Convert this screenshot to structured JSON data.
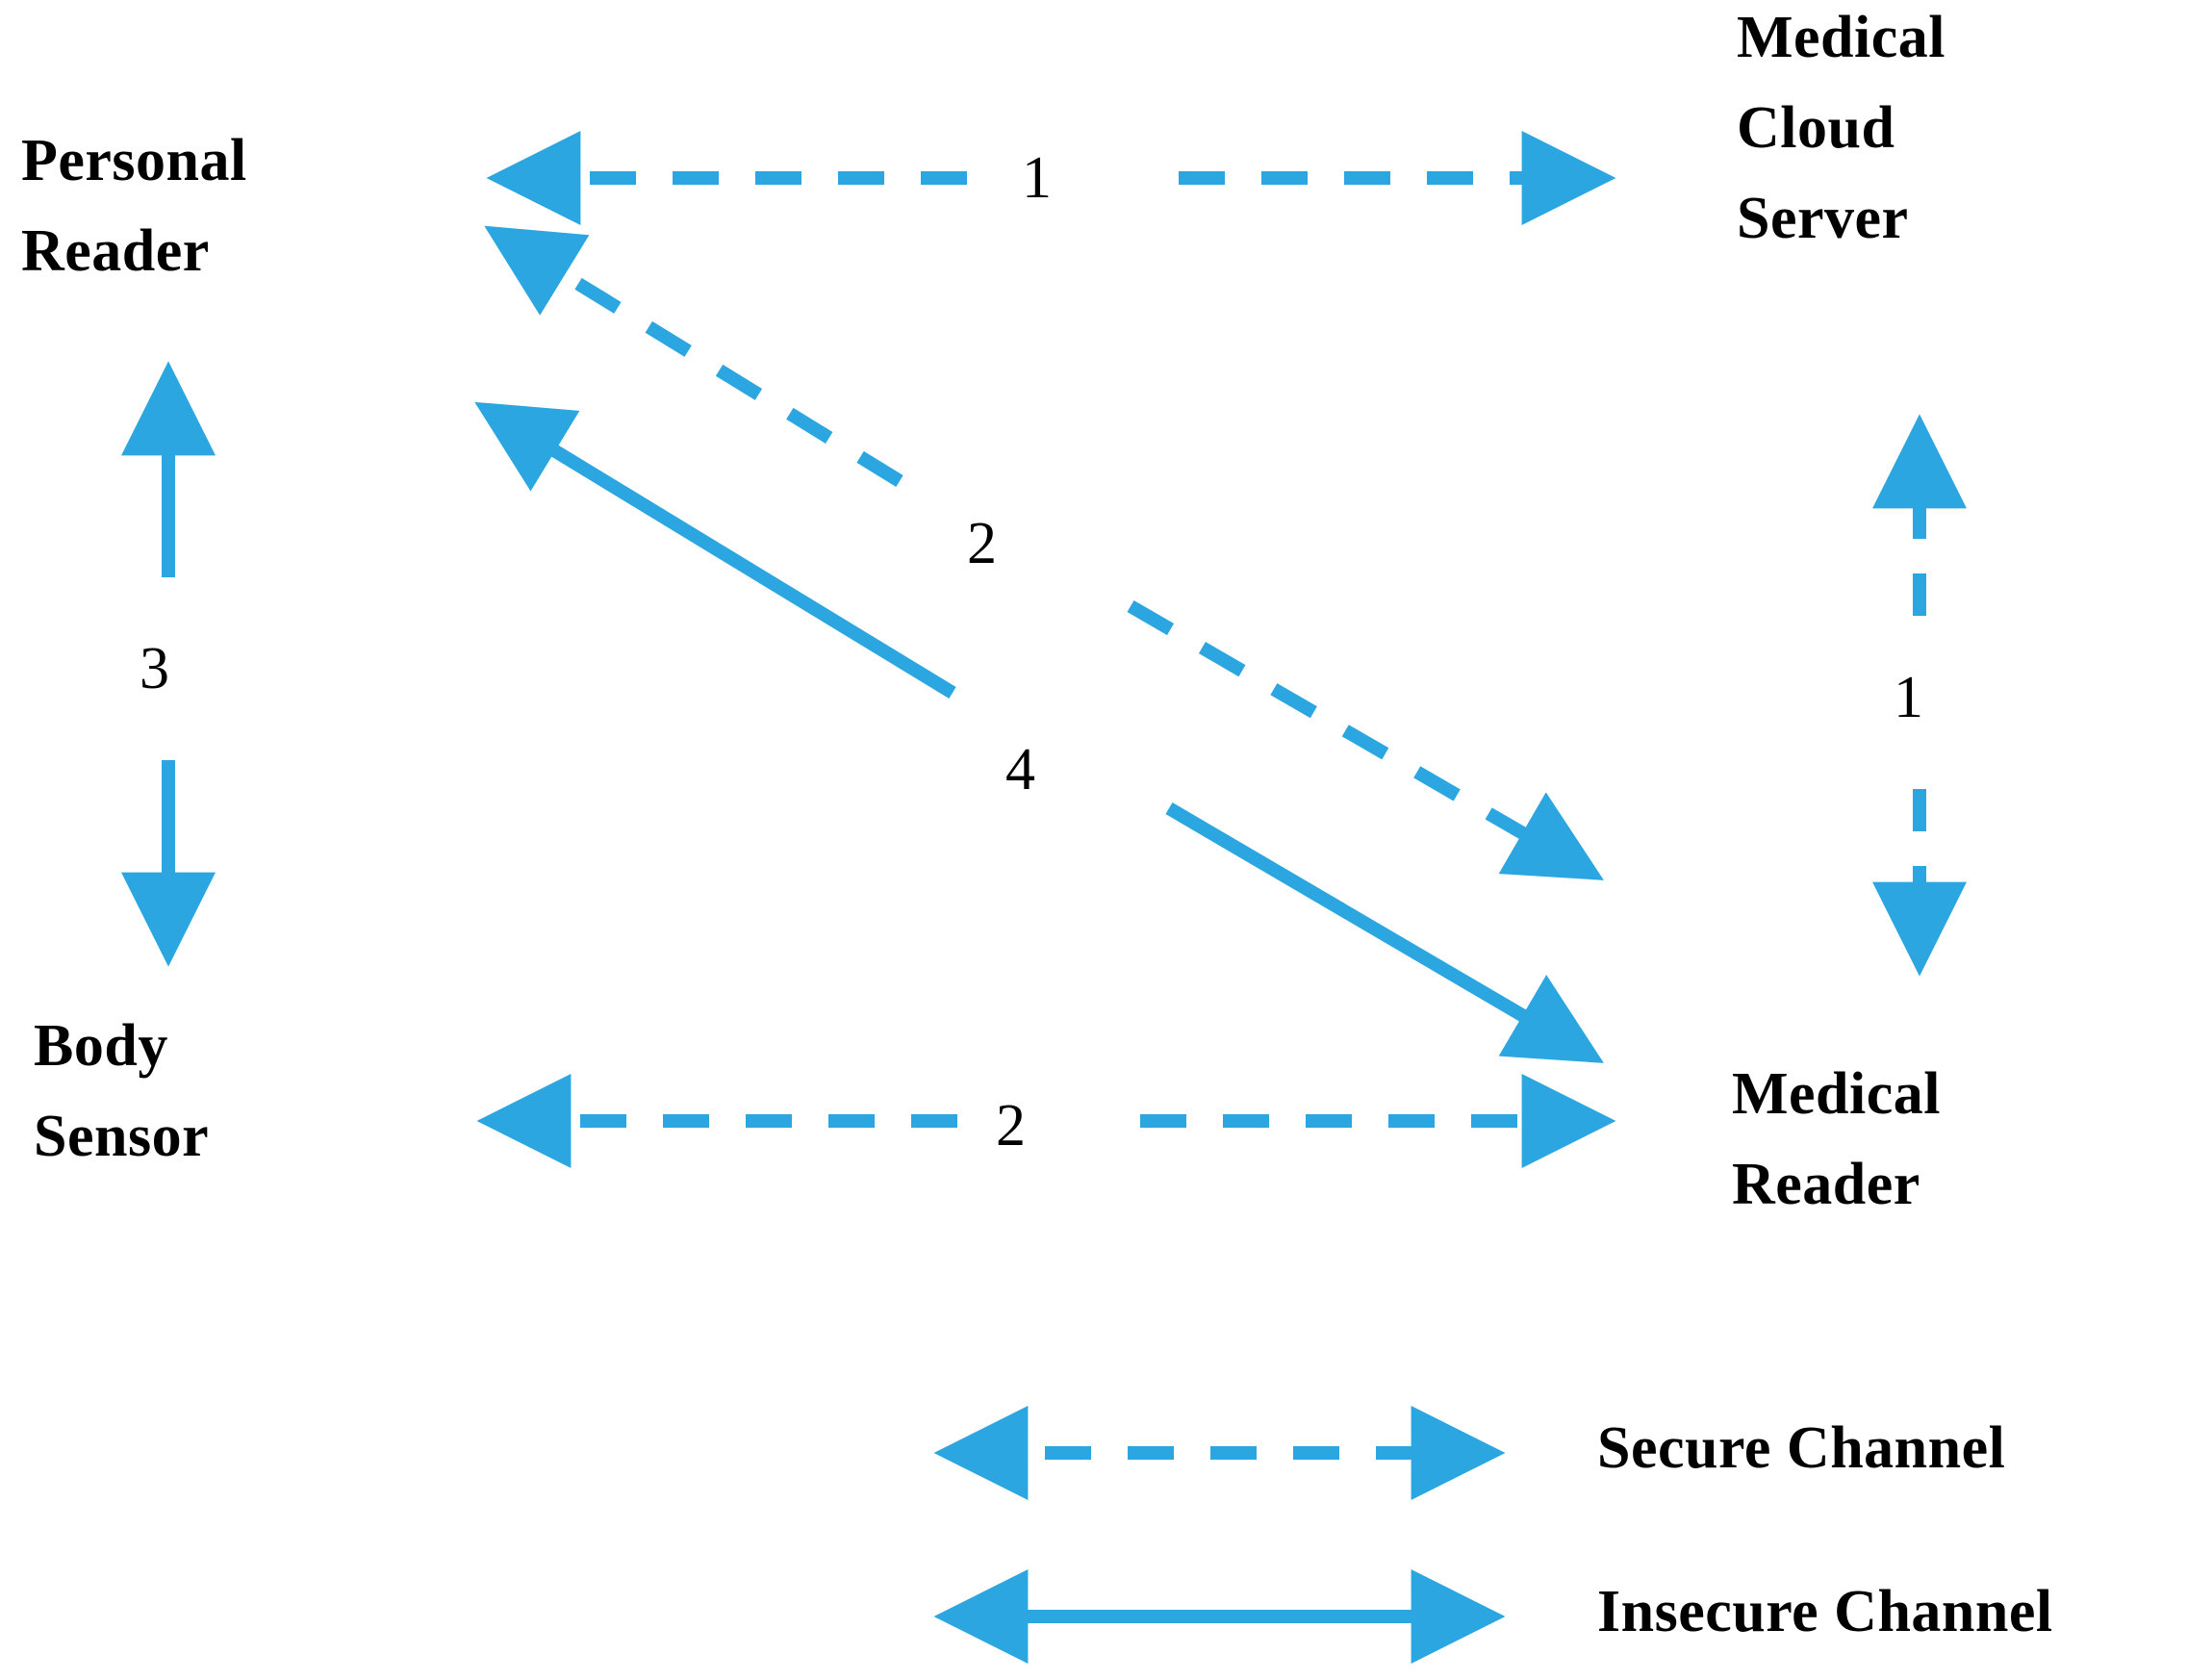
{
  "diagram": {
    "title": "",
    "accent_color": "#2ba6e0",
    "text_color": "#000000",
    "background": "#ffffff",
    "nodes": [
      {
        "id": "personal-reader",
        "label": "Personal\nReader"
      },
      {
        "id": "medical-cloud-server",
        "label": "Medical\nCloud\nServer"
      },
      {
        "id": "body-sensor",
        "label": "Body\nSensor"
      },
      {
        "id": "medical-reader",
        "label": "Medical\nReader"
      }
    ],
    "edge_numbers": [
      {
        "id": "edge-num-top",
        "value": "1"
      },
      {
        "id": "edge-num-right",
        "value": "1"
      },
      {
        "id": "edge-num-diag-upper",
        "value": "2"
      },
      {
        "id": "edge-num-bottom",
        "value": "2"
      },
      {
        "id": "edge-num-left",
        "value": "3"
      },
      {
        "id": "edge-num-diag-lower",
        "value": "4"
      }
    ],
    "legend": [
      {
        "id": "legend-secure",
        "label": "Secure Channel",
        "style": "dashed"
      },
      {
        "id": "legend-insecure",
        "label": "Insecure Channel",
        "style": "solid"
      }
    ]
  }
}
